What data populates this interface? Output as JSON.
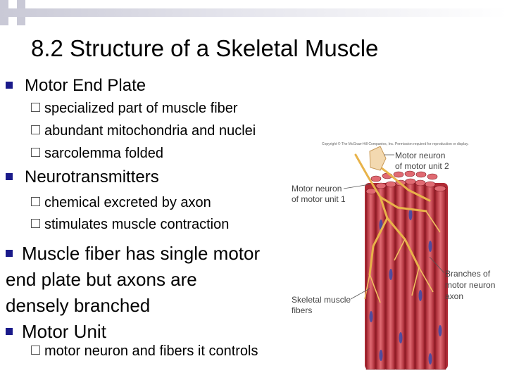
{
  "slide": {
    "title": "8.2 Structure of a Skeletal Muscle",
    "bullets": [
      {
        "text": "Motor End Plate",
        "sub": [
          "specialized part of muscle fiber",
          "abundant mitochondria and nuclei",
          "sarcolemma folded"
        ]
      },
      {
        "text": "Neurotransmitters",
        "sub": [
          "chemical excreted by axon",
          "stimulates muscle contraction"
        ]
      },
      {
        "text_lines": [
          "Muscle fiber has single motor",
          "end plate but axons are",
          "densely branched"
        ]
      },
      {
        "text": "Motor Unit",
        "sub": [
          "motor neuron and fibers it controls"
        ]
      }
    ]
  },
  "figure": {
    "copyright": "Copyright © The McGraw-Hill Companies, Inc. Permission required for reproduction or display.",
    "labels": {
      "mn2_line1": "Motor neuron",
      "mn2_line2": "of motor unit 2",
      "mn1_line1": "Motor neuron",
      "mn1_line2": "of motor unit 1",
      "branches_line1": "Branches of",
      "branches_line2": "motor neuron",
      "branches_line3": "axon",
      "fibers_line1": "Skeletal muscle",
      "fibers_line2": "fibers"
    }
  },
  "colors": {
    "bullet": "#1a1a8a",
    "muscle": "#c8323c",
    "muscle_light": "#e06a72",
    "nerve": "#e8b34a"
  }
}
